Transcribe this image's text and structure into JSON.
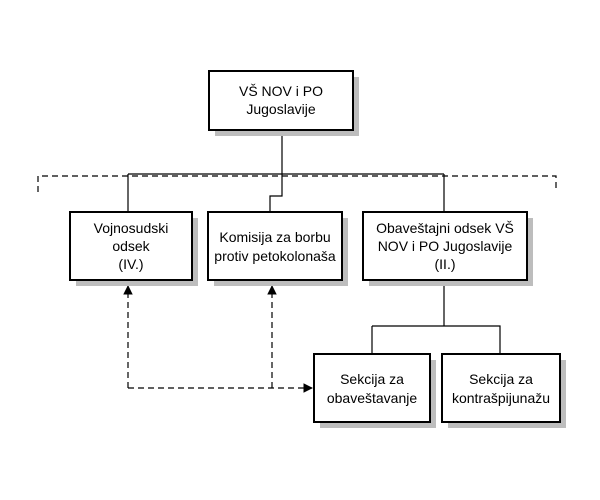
{
  "nodes": {
    "root": {
      "lines": [
        "VŠ NOV i PO",
        "Jugoslavije"
      ]
    },
    "military_court": {
      "lines": [
        "Vojnosudski",
        "odsek",
        "(IV.)"
      ]
    },
    "commission": {
      "lines": [
        "Komisija za borbu",
        "protiv petokolonaša"
      ]
    },
    "intelligence": {
      "lines": [
        "Obaveštajni odsek VŠ",
        "NOV i PO Jugoslavije",
        "(II.)"
      ]
    },
    "section_intel": {
      "lines": [
        "Sekcija za",
        "obaveštavanje"
      ]
    },
    "section_counter": {
      "lines": [
        "Sekcija za",
        "kontrašpijunažu"
      ]
    }
  },
  "colors": {
    "stroke": "#000000",
    "shadow": "#bdbdbd",
    "fill": "#ffffff"
  }
}
